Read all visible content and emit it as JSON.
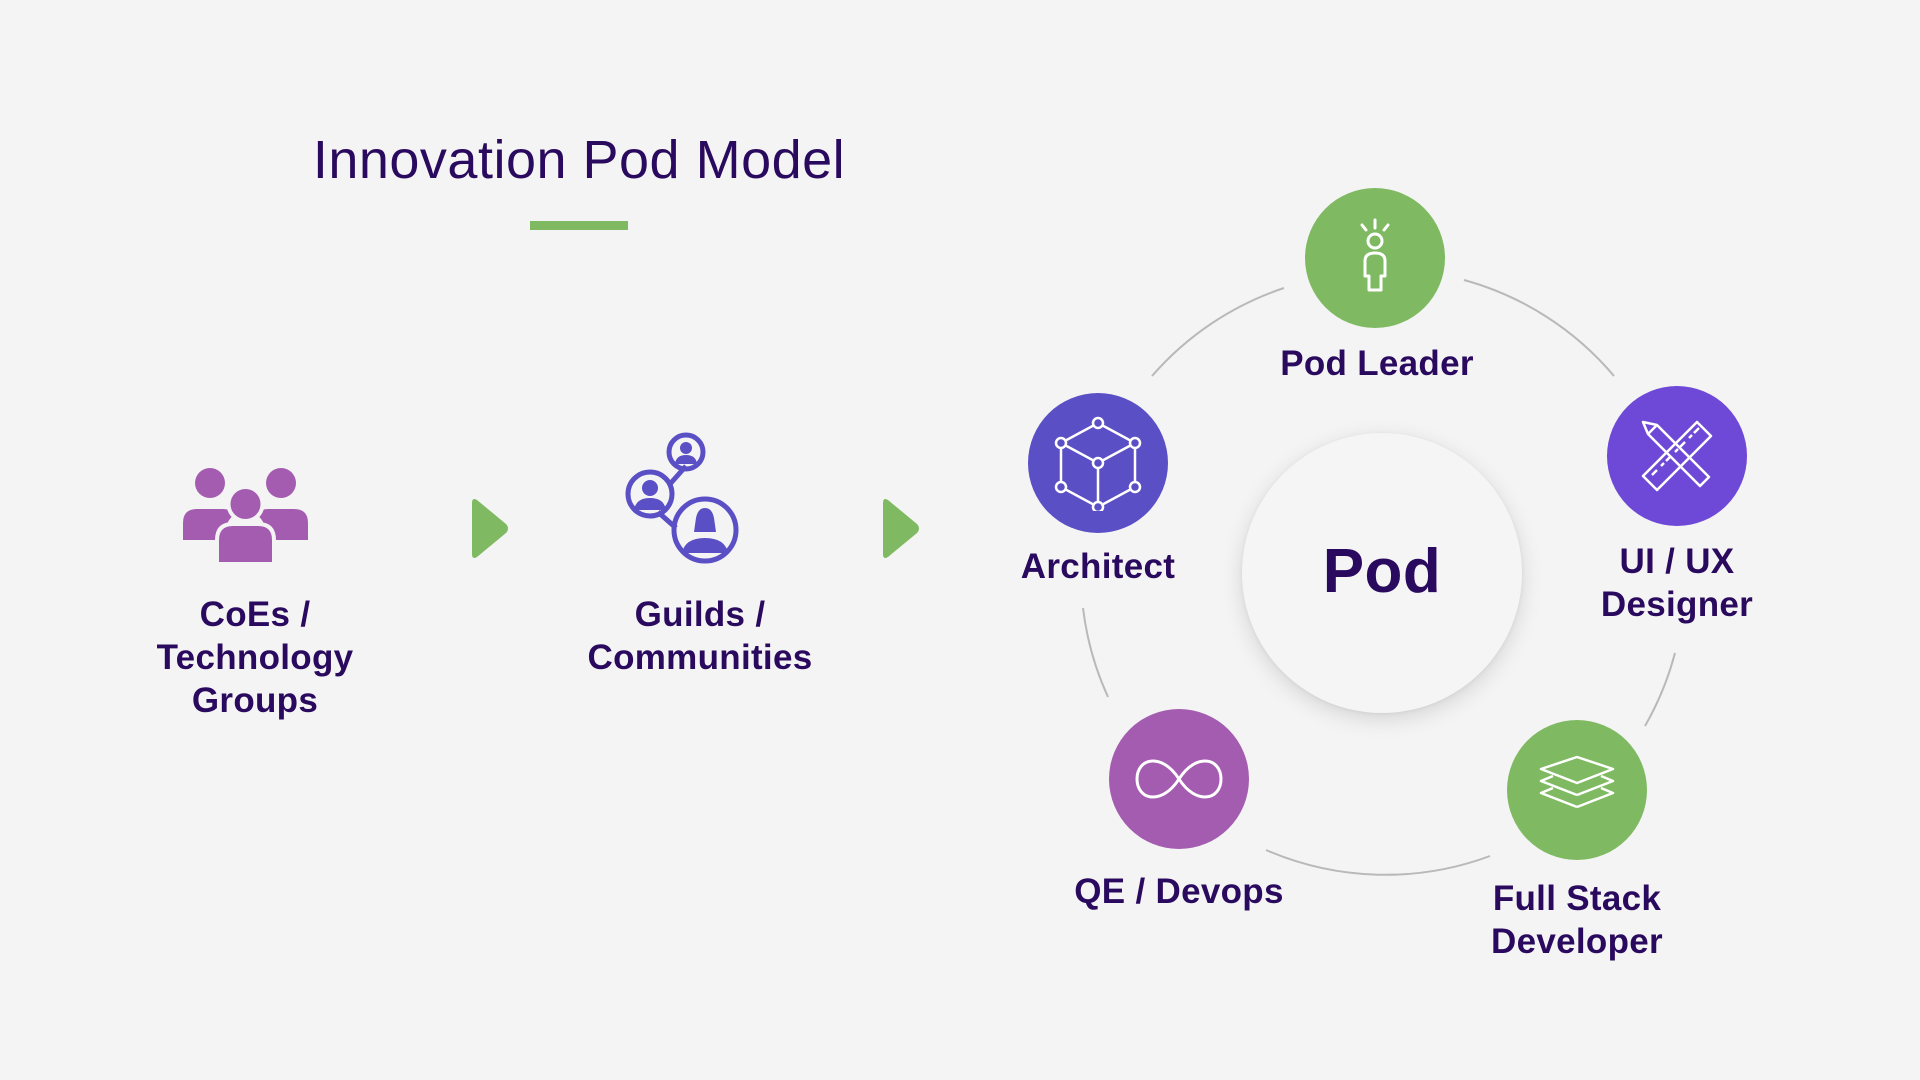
{
  "title": "Innovation Pod Model",
  "colors": {
    "background": "#f4f4f4",
    "text": "#2a0a5e",
    "accent_green": "#7fba62",
    "purple": "#a45cb0",
    "indigo": "#5a4fc4",
    "violet": "#6e48d6",
    "arc_gray": "#b9b9b9"
  },
  "flow": [
    {
      "icon": "people-group-icon",
      "label_lines": [
        "CoEs /",
        "Technology",
        "Groups"
      ]
    },
    {
      "icon": "arrow-right-icon"
    },
    {
      "icon": "community-network-icon",
      "label_lines": [
        "Guilds /",
        "Communities"
      ]
    },
    {
      "icon": "arrow-right-icon"
    }
  ],
  "pod": {
    "center_label": "Pod",
    "roles": [
      {
        "name": "Pod Leader",
        "icon": "leader-person-icon",
        "color": "#7fba62",
        "label_lines": [
          "Pod Leader"
        ]
      },
      {
        "name": "UI / UX Designer",
        "icon": "pencil-ruler-icon",
        "color": "#6e48d6",
        "label_lines": [
          "UI / UX",
          "Designer"
        ]
      },
      {
        "name": "Full Stack Developer",
        "icon": "layers-icon",
        "color": "#7fba62",
        "label_lines": [
          "Full Stack",
          "Developer"
        ]
      },
      {
        "name": "QE / Devops",
        "icon": "infinity-icon",
        "color": "#a45cb0",
        "label_lines": [
          "QE / Devops"
        ]
      },
      {
        "name": "Architect",
        "icon": "cube-icon",
        "color": "#5a4fc4",
        "label_lines": [
          "Architect"
        ]
      }
    ]
  }
}
